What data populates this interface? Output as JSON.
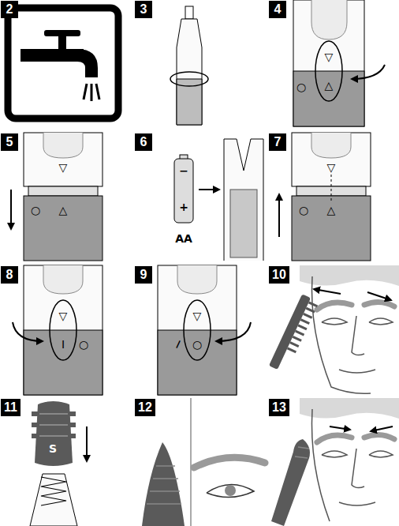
{
  "diagram": {
    "nodes": [
      {
        "text": [
          "2"
        ]
      },
      {
        "text": [
          "3"
        ]
      },
      {
        "text": [
          "4"
        ]
      },
      {
        "text": [
          "5"
        ]
      },
      {
        "text": [
          "6"
        ]
      },
      {
        "text": [
          "7"
        ]
      },
      {
        "text": [
          "8"
        ]
      },
      {
        "text": [
          "9"
        ]
      },
      {
        "text": [
          "10"
        ]
      },
      {
        "text": [
          "11"
        ]
      },
      {
        "text": [
          "12"
        ]
      },
      {
        "text": [
          "13"
        ]
      }
    ],
    "labels": [
      "○",
      "▽",
      "△",
      "▽",
      "○",
      "△",
      "−",
      "+",
      "AA",
      "▽",
      "○",
      "△",
      "▽",
      "I",
      "○",
      "▽",
      "I",
      "○",
      "S"
    ]
  }
}
